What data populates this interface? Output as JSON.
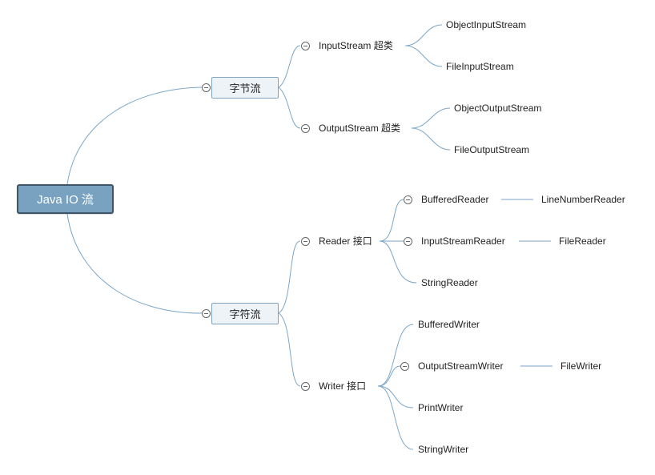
{
  "root": {
    "label": "Java IO 流"
  },
  "byte_stream": {
    "label": "字节流",
    "input": {
      "label": "InputStream 超类",
      "children": [
        "ObjectInputStream",
        "FileInputStream"
      ]
    },
    "output": {
      "label": "OutputStream 超类",
      "children": [
        "ObjectOutputStream",
        "FileOutputStream"
      ]
    }
  },
  "char_stream": {
    "label": "字符流",
    "reader": {
      "label": "Reader 接口",
      "children": [
        {
          "label": "BufferedReader",
          "child": "LineNumberReader"
        },
        {
          "label": "InputStreamReader",
          "child": "FileReader"
        },
        {
          "label": "StringReader"
        }
      ]
    },
    "writer": {
      "label": "Writer 接口",
      "children": [
        {
          "label": "BufferedWriter"
        },
        {
          "label": "OutputStreamWriter",
          "child": "FileWriter"
        },
        {
          "label": "PrintWriter"
        },
        {
          "label": "StringWriter"
        }
      ]
    }
  },
  "colors": {
    "link": "#7aa6c8",
    "root_fill": "#79a2c0",
    "root_border": "#3e5567",
    "branch_fill": "#eef3f8",
    "branch_border": "#7fa3bf"
  }
}
